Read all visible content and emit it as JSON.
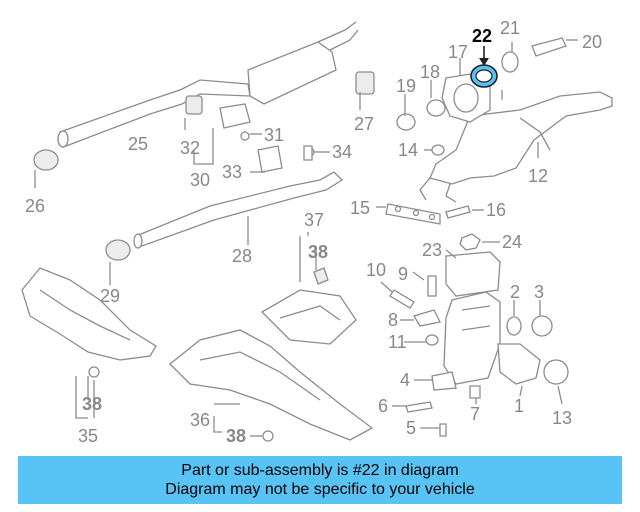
{
  "highlight_color": "#57c4f5",
  "highlighted_part": "22",
  "labels": {
    "l1": "1",
    "l2": "2",
    "l3": "3",
    "l4": "4",
    "l5": "5",
    "l6": "6",
    "l7": "7",
    "l8": "8",
    "l9": "9",
    "l10": "10",
    "l11": "11",
    "l12": "12",
    "l13": "13",
    "l14": "14",
    "l15": "15",
    "l16": "16",
    "l17": "17",
    "l18": "18",
    "l19": "19",
    "l20": "20",
    "l21": "21",
    "l22": "22",
    "l23": "23",
    "l24": "24",
    "l25": "25",
    "l26": "26",
    "l27": "27",
    "l28": "28",
    "l29": "29",
    "l30": "30",
    "l31": "31",
    "l32": "32",
    "l33": "33",
    "l34": "34",
    "l35": "35",
    "l36": "36",
    "l37": "37",
    "l38a": "38",
    "l38b": "38",
    "l38c": "38"
  },
  "caption": {
    "line1": "Part or sub-assembly is #22 in diagram",
    "line2": "Diagram may not be specific to your vehicle"
  }
}
